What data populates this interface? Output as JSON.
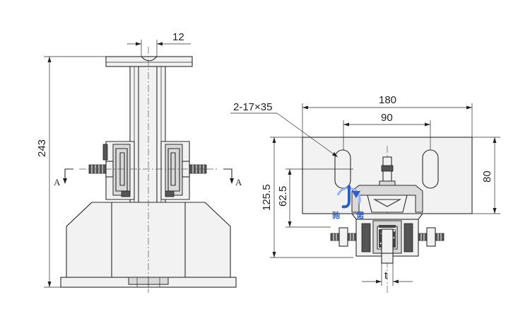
{
  "dimensions": {
    "width_12": "12",
    "height_243": "243",
    "width_180": "180",
    "width_90": "90",
    "height_80": "80",
    "height_125_5": "125.5",
    "height_62_5": "62.5",
    "slots": "2-17×35",
    "thickness_t": "t"
  },
  "section_marks": {
    "left": "A",
    "right": "A"
  },
  "logo": {
    "char_left": "驰",
    "char_right": "诺"
  },
  "colors": {
    "line": "#2a2a2a",
    "logo_blue": "#2b5fd0",
    "logo_light": "#8fb2f0"
  }
}
